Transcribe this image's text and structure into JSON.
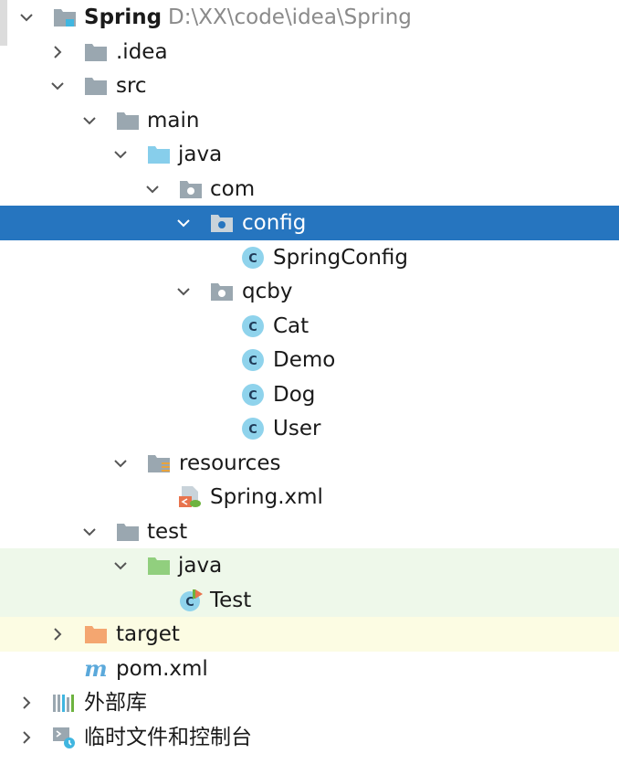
{
  "project": {
    "name": "Spring",
    "path": "D:\\XX\\code\\idea\\Spring"
  },
  "nodes": {
    "idea": ".idea",
    "src": "src",
    "main": "main",
    "java_main": "java",
    "com": "com",
    "config": "config",
    "spring_config": "SpringConfig",
    "qcby": "qcby",
    "cat": "Cat",
    "demo": "Demo",
    "dog": "Dog",
    "user": "User",
    "resources": "resources",
    "spring_xml": "Spring.xml",
    "test": "test",
    "java_test": "java",
    "test_class": "Test",
    "target": "target",
    "pom": "pom.xml",
    "external_libs": "外部库",
    "scratches": "临时文件和控制台"
  },
  "colors": {
    "selection": "#2675BF",
    "test_background": "#EEF8EA",
    "excluded_background": "#FCFCE3",
    "folder_gray": "#9AA7B0",
    "source_folder_blue": "#87CEEB",
    "test_folder_green": "#91CF7E",
    "excluded_folder_orange": "#F4A670",
    "class_icon": "#40B6E0"
  },
  "icons": {
    "collapsed": "chevron-right-icon",
    "expanded": "chevron-down-icon",
    "module": "module-folder-icon",
    "folder": "folder-icon",
    "package": "package-icon",
    "source_root": "source-root-folder-icon",
    "resources_root": "resources-root-folder-icon",
    "test_root": "test-root-folder-icon",
    "excluded": "excluded-folder-icon",
    "class": "java-class-icon",
    "spring_xml": "spring-xml-icon",
    "test_class": "test-class-icon",
    "maven": "maven-pom-icon",
    "libraries": "external-libraries-icon",
    "scratches": "scratches-icon"
  }
}
